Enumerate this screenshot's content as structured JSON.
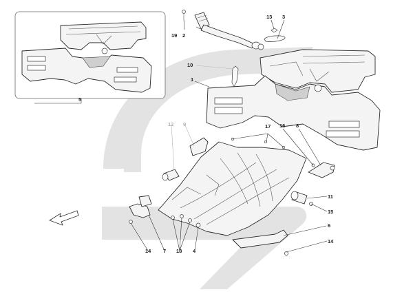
{
  "labels": {
    "l1": "1",
    "l2": "2",
    "l3": "3",
    "l4": "4",
    "l5": "5",
    "l6": "6",
    "l7": "7",
    "l8": "8",
    "l9": "9",
    "l10": "10",
    "l11": "11",
    "l12": "12",
    "l13": "13",
    "l14a": "14",
    "l14b": "14",
    "l15": "15",
    "l16": "16",
    "l17": "17",
    "l18": "18",
    "l19": "19"
  },
  "colors": {
    "watermark": "#e3e3e3",
    "line": "#2a2a2a",
    "faded_label": "#b0b0b0"
  },
  "icons": {
    "direction": "arrow-icon"
  }
}
